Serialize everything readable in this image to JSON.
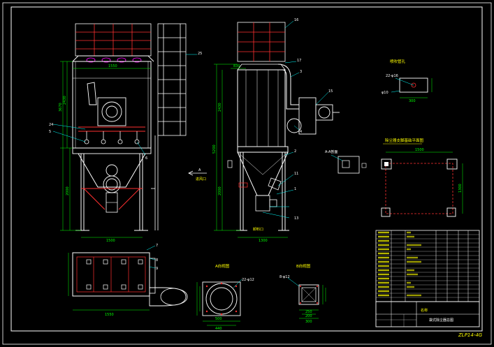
{
  "drawing": {
    "colors": {
      "background": "#000000",
      "frame": "#ffffff",
      "outline": "#ffffff",
      "member": "#ff3030",
      "dimension": "#00ff00",
      "annotation": "#ffff00",
      "leader": "#00ffff",
      "fan": "#ff00ff"
    }
  },
  "views": {
    "front_view_labels": {
      "p24": "24",
      "p5": "5",
      "p6": "6",
      "p25": "25"
    },
    "side_view_labels": {
      "p16": "16",
      "p17": "17",
      "p3": "3",
      "p15": "15",
      "p4": "4",
      "p2": "2",
      "p11": "11",
      "p1": "1",
      "p13": "13",
      "arrow_a": "A",
      "inlet_note": "进风口",
      "outlet_note": "卸料口"
    },
    "top_view_labels": {
      "p7": "7",
      "p8": "8",
      "p9": "9"
    }
  },
  "details": {
    "blowpipe_title": "喷吹管孔",
    "blowpipe_dim1": "22-φ16",
    "blowpipe_dim2": "φ10",
    "foundation_title": "除尘器支脚基础平面图",
    "a_section_title": "A向视图",
    "a_section_dim": "22-φ12",
    "b_section_title": "B向视图",
    "b_section_dim": "8-φ12",
    "small_label": "A-A剖面"
  },
  "title_block": {
    "drawing_title": "袋式除尘器总图",
    "drawing_code": "ZLP14-4G",
    "name_label": "名称"
  }
}
